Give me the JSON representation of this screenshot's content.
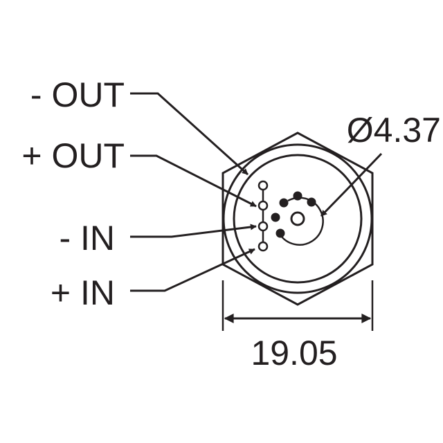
{
  "labels": {
    "neg_out": "- OUT",
    "pos_out": "+ OUT",
    "neg_in": "- IN",
    "pos_in": "+ IN"
  },
  "dimensions": {
    "diameter": "Ø4.37",
    "width": "19.05"
  },
  "colors": {
    "ink": "#231f20",
    "background": "#ffffff"
  }
}
